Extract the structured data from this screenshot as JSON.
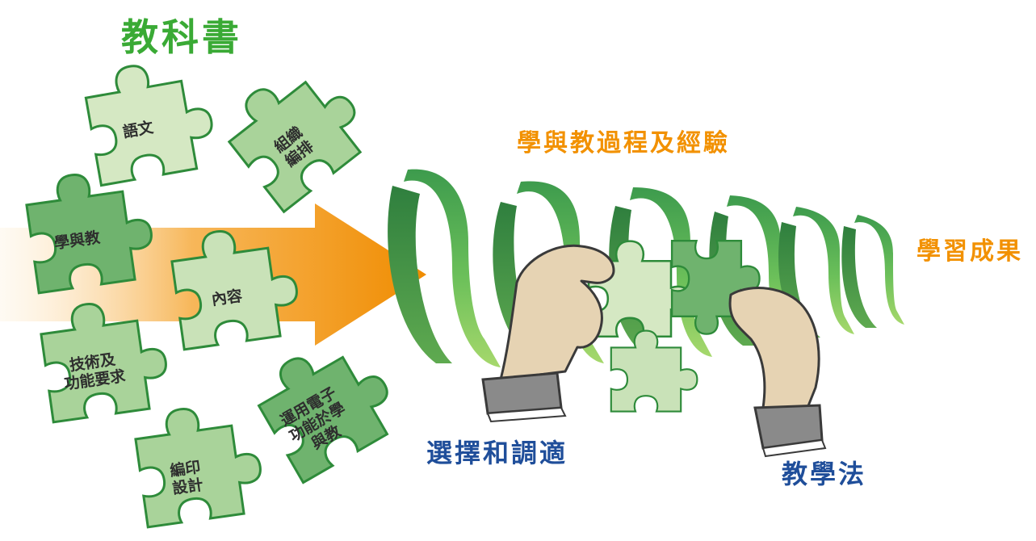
{
  "title": "教科書",
  "process_label": "學與教過程及經驗",
  "outcome_label": "學習成果",
  "select_label": "選擇和調適",
  "pedagogy_label": "教學法",
  "pieces": {
    "language": "語文",
    "organisation": [
      "組織",
      "編排"
    ],
    "learning_teaching": "學與教",
    "content": "內容",
    "technical": [
      "技術及",
      "功能要求"
    ],
    "e_functions": [
      "運用電子",
      "功能於學",
      "與教"
    ],
    "print_design": [
      "編印",
      "設計"
    ]
  },
  "colors": {
    "title_green": "#3aaa35",
    "orange": "#f29100",
    "blue": "#1f4e9a",
    "piece_light": "#d5e8c3",
    "piece_mid": "#a9d39a",
    "piece_dark": "#6fb36e",
    "piece_stroke": "#2e8b3a",
    "ribbon_dark": "#3b9a4b",
    "ribbon_light": "#9fd36a",
    "skin": "#e6d3b3",
    "sleeve": "#8a8a8a"
  }
}
